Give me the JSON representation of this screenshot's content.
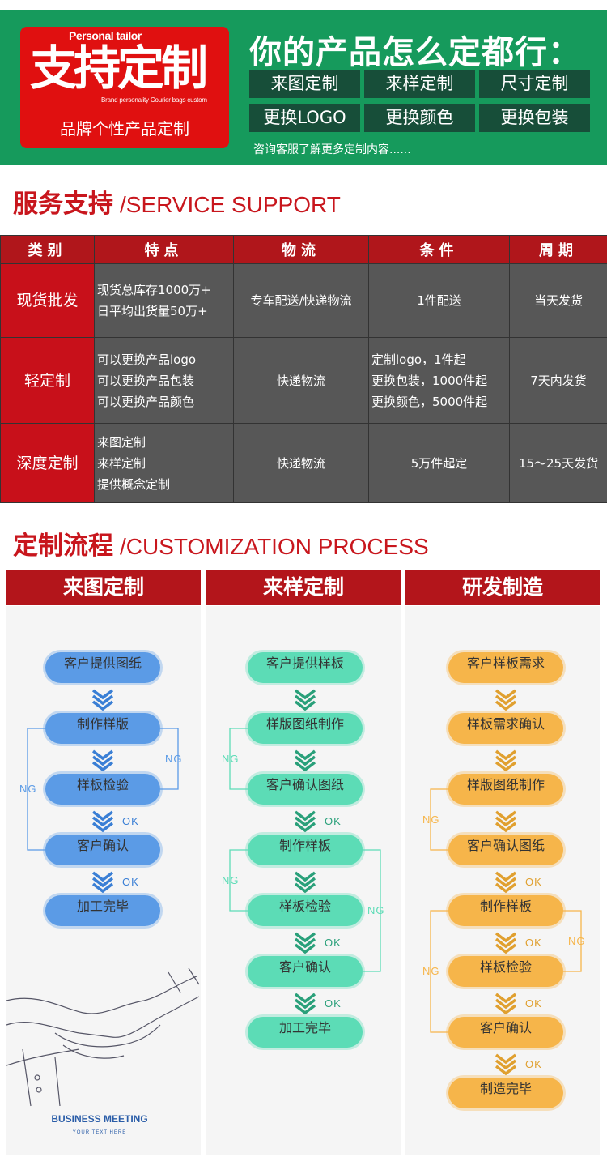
{
  "banner": {
    "badge_en": "Personal tailor",
    "badge_big": "支持定制",
    "badge_sub": "Brand personality Courier bags custom",
    "badge_cn": "品牌个性产品定制",
    "title": "你的产品怎么定都行：",
    "options": [
      "来图定制",
      "来样定制",
      "尺寸定制",
      "更换LOGO",
      "更换颜色",
      "更换包装"
    ],
    "note": "咨询客服了解更多定制内容......",
    "bg_color": "#169a5c",
    "badge_color": "#e01010"
  },
  "service": {
    "title_cn": "服务支持",
    "title_en": "/SERVICE SUPPORT",
    "headers": [
      "类别",
      "特点",
      "物流",
      "条件",
      "周期"
    ],
    "rows": [
      {
        "category": "现货批发",
        "features": [
          "现货总库存1000万+",
          "日平均出货量50万+"
        ],
        "logistics": "专车配送/快递物流",
        "conditions": [
          "1件配送"
        ],
        "cycle": "当天发货"
      },
      {
        "category": "轻定制",
        "features": [
          "可以更换产品logo",
          "可以更换产品包装",
          "可以更换产品颜色"
        ],
        "logistics": "快递物流",
        "conditions": [
          "定制logo，1件起",
          "更换包装，1000件起",
          "更换颜色，5000件起"
        ],
        "cycle": "7天内发货"
      },
      {
        "category": "深度定制",
        "features": [
          "来图定制",
          "来样定制",
          "提供概念定制"
        ],
        "logistics": "快递物流",
        "conditions": [
          "5万件起定"
        ],
        "cycle": "15～25天发货"
      }
    ]
  },
  "process": {
    "title_cn": "定制流程",
    "title_en": "/CUSTOMIZATION PROCESS",
    "columns": [
      {
        "title": "来图定制",
        "node_color": "#5b9be6",
        "arrow_color": "#3a7fd5",
        "nodes": [
          "客户提供图纸",
          "制作样版",
          "样板检验",
          "客户确认",
          "加工完毕"
        ],
        "arrows": [
          "",
          "",
          "OK",
          "OK"
        ],
        "loops": [
          {
            "from": 2,
            "to": 1,
            "side": "right",
            "label": "NG"
          },
          {
            "from": 3,
            "to": 1,
            "side": "left",
            "label": "NG"
          }
        ]
      },
      {
        "title": "来样定制",
        "node_color": "#5cdcb6",
        "arrow_color": "#2aa07a",
        "nodes": [
          "客户提供样板",
          "样版图纸制作",
          "客户确认图纸",
          "制作样板",
          "样板检验",
          "客户确认",
          "加工完毕"
        ],
        "arrows": [
          "",
          "",
          "OK",
          "",
          "OK",
          "OK"
        ],
        "loops": [
          {
            "from": 2,
            "to": 1,
            "side": "left",
            "label": "NG"
          },
          {
            "from": 4,
            "to": 3,
            "side": "left",
            "label": "NG"
          },
          {
            "from": 5,
            "to": 3,
            "side": "right",
            "label": "NG"
          }
        ]
      },
      {
        "title": "研发制造",
        "node_color": "#f6b54a",
        "arrow_color": "#e0a030",
        "nodes": [
          "客户样板需求",
          "样板需求确认",
          "样版图纸制作",
          "客户确认图纸",
          "制作样板",
          "样板检验",
          "客户确认",
          "制造完毕"
        ],
        "arrows": [
          "",
          "",
          "",
          "OK",
          "OK",
          "OK",
          "OK"
        ],
        "loops": [
          {
            "from": 3,
            "to": 2,
            "side": "left",
            "label": "NG"
          },
          {
            "from": 6,
            "to": 4,
            "side": "left",
            "label": "NG"
          },
          {
            "from": 5,
            "to": 4,
            "side": "right",
            "label": "NG"
          }
        ]
      }
    ],
    "illustration": {
      "title": "BUSINESS MEETING",
      "subtitle": "YOUR TEXT HERE"
    }
  }
}
